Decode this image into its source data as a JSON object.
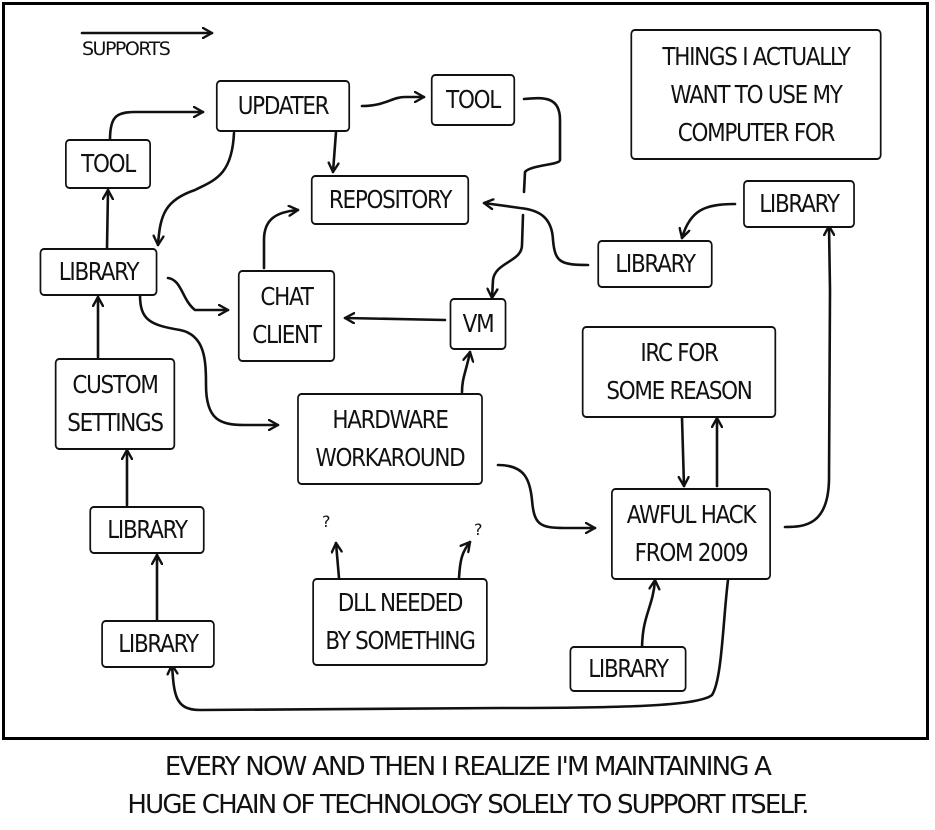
{
  "legend": {
    "label": "SUPPORTS",
    "meaning": "arrow points from supporting item to supported item"
  },
  "nodes": {
    "updater": "UPDATER",
    "tool_top": "TOOL",
    "tool_left": "TOOL",
    "repository": "REPOSITORY",
    "library_left": "LIBRARY",
    "chat_client": "CHAT\nCLIENT",
    "vm": "VM",
    "custom_settings": "CUSTOM\nSETTINGS",
    "hardware_workaround": "HARDWARE\nWORKAROUND",
    "things_i_want": "THINGS I ACTUALLY\nWANT TO USE MY\nCOMPUTER FOR",
    "library_top_right": "LIBRARY",
    "library_mid_right": "LIBRARY",
    "irc": "IRC FOR\nSOME REASON",
    "awful_hack": "AWFUL HACK\nFROM 2009",
    "library_mid_left": "LIBRARY",
    "library_bottom_left": "LIBRARY",
    "dll": "DLL NEEDED\nBY SOMETHING",
    "library_bottom_right": "LIBRARY"
  },
  "question_mark": "?",
  "caption": "EVERY NOW AND THEN I REALIZE I'M MAINTAINING A\nHUGE CHAIN OF TECHNOLOGY SOLELY TO SUPPORT ITSELF.",
  "edges": [
    {
      "from": "tool_left",
      "to": "updater"
    },
    {
      "from": "updater",
      "to": "tool_top"
    },
    {
      "from": "updater",
      "to": "repository"
    },
    {
      "from": "updater",
      "to": "library_left"
    },
    {
      "from": "library_left",
      "to": "tool_left"
    },
    {
      "from": "library_left",
      "to": "chat_client"
    },
    {
      "from": "library_left",
      "to": "hardware_workaround"
    },
    {
      "from": "chat_client",
      "to": "repository"
    },
    {
      "from": "tool_top",
      "to": "vm"
    },
    {
      "from": "vm",
      "to": "chat_client"
    },
    {
      "from": "hardware_workaround",
      "to": "vm"
    },
    {
      "from": "hardware_workaround",
      "to": "awful_hack"
    },
    {
      "from": "library_mid_right",
      "to": "repository"
    },
    {
      "from": "library_top_right",
      "to": "library_mid_right"
    },
    {
      "from": "awful_hack",
      "to": "library_top_right"
    },
    {
      "from": "awful_hack",
      "to": "irc"
    },
    {
      "from": "irc",
      "to": "awful_hack"
    },
    {
      "from": "library_bottom_right",
      "to": "awful_hack"
    },
    {
      "from": "awful_hack",
      "to": "library_bottom_left"
    },
    {
      "from": "library_bottom_left",
      "to": "library_mid_left"
    },
    {
      "from": "library_mid_left",
      "to": "custom_settings"
    },
    {
      "from": "custom_settings",
      "to": "library_left"
    },
    {
      "from": "dll",
      "to": "?"
    },
    {
      "from": "dll",
      "to": "?"
    }
  ],
  "colors": {
    "ink": "#111111",
    "background": "#ffffff"
  }
}
